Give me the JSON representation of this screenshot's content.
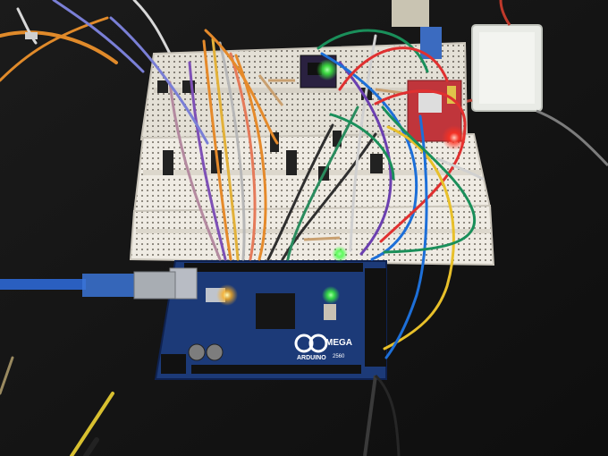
{
  "scene": {
    "board_labels": {
      "brand": "ARDUINO",
      "model": "MEGA",
      "revision": "2560"
    },
    "colors": {
      "desk": "#141414",
      "breadboard": "#eeeae2",
      "arduino_pcb": "#1c3a78",
      "usb_cable": "#2a5fc0",
      "battery": "#e9ebe6",
      "led_green": "#3cff3c",
      "led_orange": "#ffb020",
      "led_red": "#ff3020"
    }
  }
}
